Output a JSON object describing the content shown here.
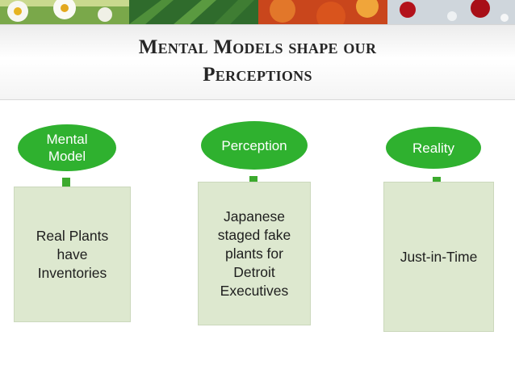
{
  "slide": {
    "title_line1": "Mental Models shape our",
    "title_line2": "Perceptions"
  },
  "columns": [
    {
      "heading_line1": "Mental",
      "heading_line2": "Model",
      "box_lines": [
        "Real Plants",
        "have",
        "Inventories"
      ]
    },
    {
      "heading": "Perception",
      "box_lines": [
        "Japanese",
        "staged fake",
        "plants for",
        "Detroit",
        "Executives"
      ]
    },
    {
      "heading": "Reality",
      "box_lines": [
        "Just-in-Time"
      ]
    }
  ],
  "colors": {
    "oval_fill": "#2fb12f",
    "arrow_fill": "#3caa2e",
    "box_fill": "#dde8cf",
    "title_text": "#262626"
  }
}
